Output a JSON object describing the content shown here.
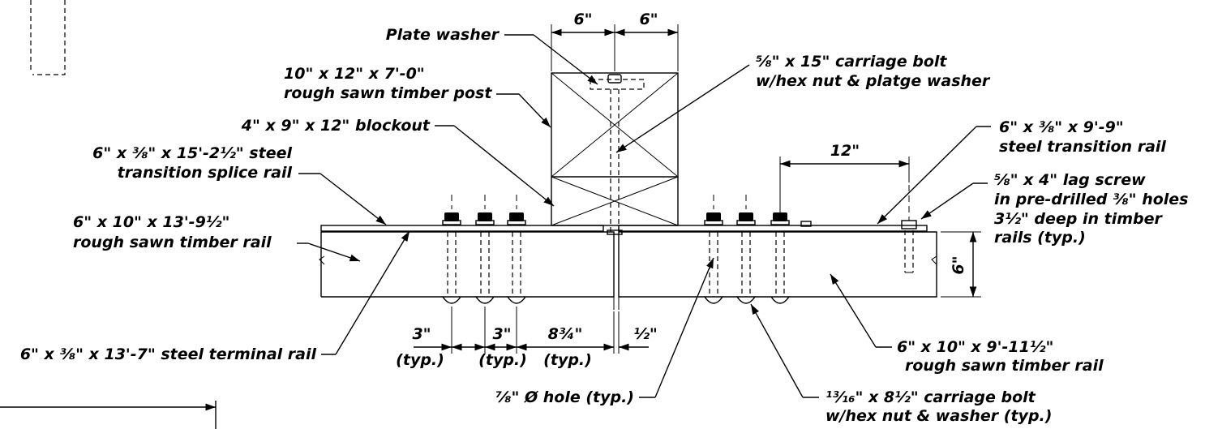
{
  "labels": {
    "plate_washer": "Plate washer",
    "post_line1": "10\" x  12\" x 7'-0\"",
    "post_line2": "rough sawn timber post",
    "blockout": "4\" x 9\" x 12\" blockout",
    "splice_rail_line1": "6\" x ⅜\" x 15'-2½\" steel",
    "splice_rail_line2": "transition splice rail",
    "timber_rail_left_line1": "6\" x 10\" x 13'-9½\"",
    "timber_rail_left_line2": "rough sawn timber rail",
    "terminal_rail": "6\" x ⅜\" x 13'-7\" steel terminal rail",
    "carriage_bolt_line1": "⅝\" x 15\" carriage bolt",
    "carriage_bolt_line2": "w/hex nut & platge washer",
    "transition_rail_line1": "6\" x ⅜\" x 9'-9\"",
    "transition_rail_line2": "steel transition rail",
    "lag_screw_line1": "⅝\" x 4\" lag screw",
    "lag_screw_line2": "in pre-drilled ⅜\" holes",
    "lag_screw_line3": "3½\" deep in timber",
    "lag_screw_line4": "rails (typ.)",
    "timber_rail_right_line1": "6\" x 10\" x 9'-11½\"",
    "timber_rail_right_line2": "rough sawn timber rail",
    "hole": "⅞\" Ø hole (typ.)",
    "small_bolt_line1": "¹³⁄₁₆\" x 8½\" carriage bolt",
    "small_bolt_line2": "w/hex nut & washer (typ.)"
  },
  "dimensions": {
    "post_left": "6\"",
    "post_right": "6\"",
    "lag_spacing": "12\"",
    "rail_height": "6\"",
    "spacing_a": "3\"",
    "spacing_a_note": "(typ.)",
    "spacing_b": "3\"",
    "spacing_b_note": "(typ.)",
    "spacing_c": "8¾\"",
    "spacing_c_note": "(typ.)",
    "gap": "½\""
  }
}
